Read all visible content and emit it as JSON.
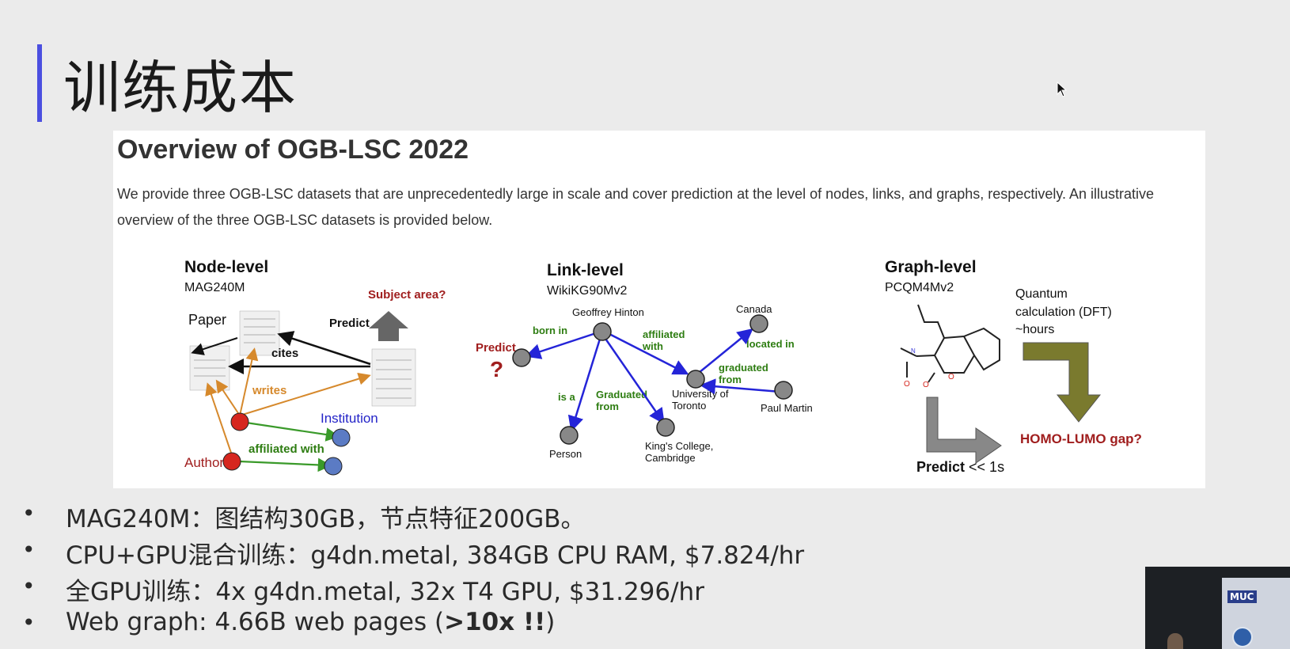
{
  "slide": {
    "title": "训练成本"
  },
  "figure": {
    "heading": "Overview of OGB-LSC 2022",
    "intro": "We provide three OGB-LSC datasets that are unprecedentedly large in scale and cover prediction at the level of nodes, links, and graphs, respectively. An illustrative overview of the three OGB-LSC datasets is provided below.",
    "node_level": {
      "title": "Node-level",
      "dataset": "MAG240M",
      "paper": "Paper",
      "predict": "Predict",
      "subject": "Subject area?",
      "cites": "cites",
      "writes": "writes",
      "institution": "Institution",
      "affiliated": "affiliated with",
      "author": "Author"
    },
    "link_level": {
      "title": "Link-level",
      "dataset": "WikiKG90Mv2",
      "hinton": "Geoffrey Hinton",
      "canada": "Canada",
      "born_in": "born in",
      "predict": "Predict",
      "question": "?",
      "affiliated_1": "affiliated",
      "affiliated_2": "with",
      "located_in": "located in",
      "graduated_a1": "graduated",
      "graduated_a2": "from",
      "is_a": "is a",
      "graduated_b1": "Graduated",
      "graduated_b2": "from",
      "toronto_1": "University of",
      "toronto_2": "Toronto",
      "paul": "Paul Martin",
      "person": "Person",
      "kings_1": "King's College,",
      "kings_2": "Cambridge"
    },
    "graph_level": {
      "title": "Graph-level",
      "dataset": "PCQM4Mv2",
      "quantum_1": "Quantum",
      "quantum_2": "calculation (DFT)",
      "quantum_3": "~hours",
      "homo": "HOMO-LUMO gap?",
      "predict_bold": "Predict",
      "predict_rest": " << 1s",
      "atom_n": "N",
      "atom_o1": "O",
      "atom_o2": "O",
      "atom_o3": "O"
    }
  },
  "bullets": [
    {
      "text": "MAG240M：图结构30GB，节点特征200GB。"
    },
    {
      "text": "CPU+GPU混合训练：g4dn.metal, 384GB CPU RAM, $7.824/hr"
    },
    {
      "text": "全GPU训练：4x g4dn.metal, 32x T4 GPU, $31.296/hr"
    },
    {
      "text_pre": "Web graph: 4.66B web pages (",
      "text_bold": ">10x !!",
      "text_post": ")"
    }
  ],
  "webcam": {
    "logo": "MUC"
  },
  "colors": {
    "accent": "#4b4fe0",
    "red_label": "#a01e1e",
    "green_label": "#2e7d12",
    "blue_label": "#2424c8",
    "orange_edge": "#d6892c",
    "olive_arrow": "#7a7a2e"
  }
}
